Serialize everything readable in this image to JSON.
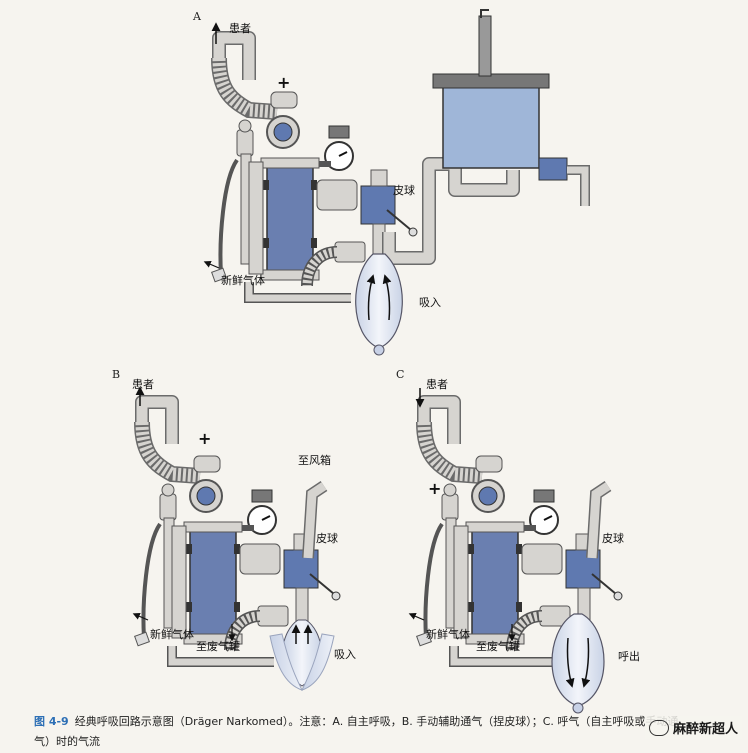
{
  "panels": {
    "A": {
      "letter": "A",
      "patient": "患者",
      "fresh_gas": "新鲜气体",
      "bag": "皮球",
      "flow": "吸入"
    },
    "B": {
      "letter": "B",
      "patient": "患者",
      "fresh_gas": "新鲜气体",
      "bag": "皮球",
      "to_bellows": "至风箱",
      "to_scavenge": "至废气罐",
      "flow": "吸入"
    },
    "C": {
      "letter": "C",
      "patient": "患者",
      "fresh_gas": "新鲜气体",
      "bag": "皮球",
      "to_scavenge": "至废气罐",
      "flow": "呼出"
    }
  },
  "symbols": {
    "plus": "+"
  },
  "caption": {
    "figure_number": "图 4-9",
    "text": "经典呼吸回路示意图（Dräger Narkomed）。注意：A. 自主呼吸，B. 手动辅助通气（捏皮球）；C. 呼气（自主呼吸或手动通气）时的气流"
  },
  "watermark": {
    "text": "麻醉新超人"
  },
  "colors": {
    "canister": "#5f79b0",
    "pipe": "#d6d4d0",
    "pipe_edge": "#6b6b6b",
    "bellows": "#9fb6d8",
    "bag": "#e9edf6"
  }
}
